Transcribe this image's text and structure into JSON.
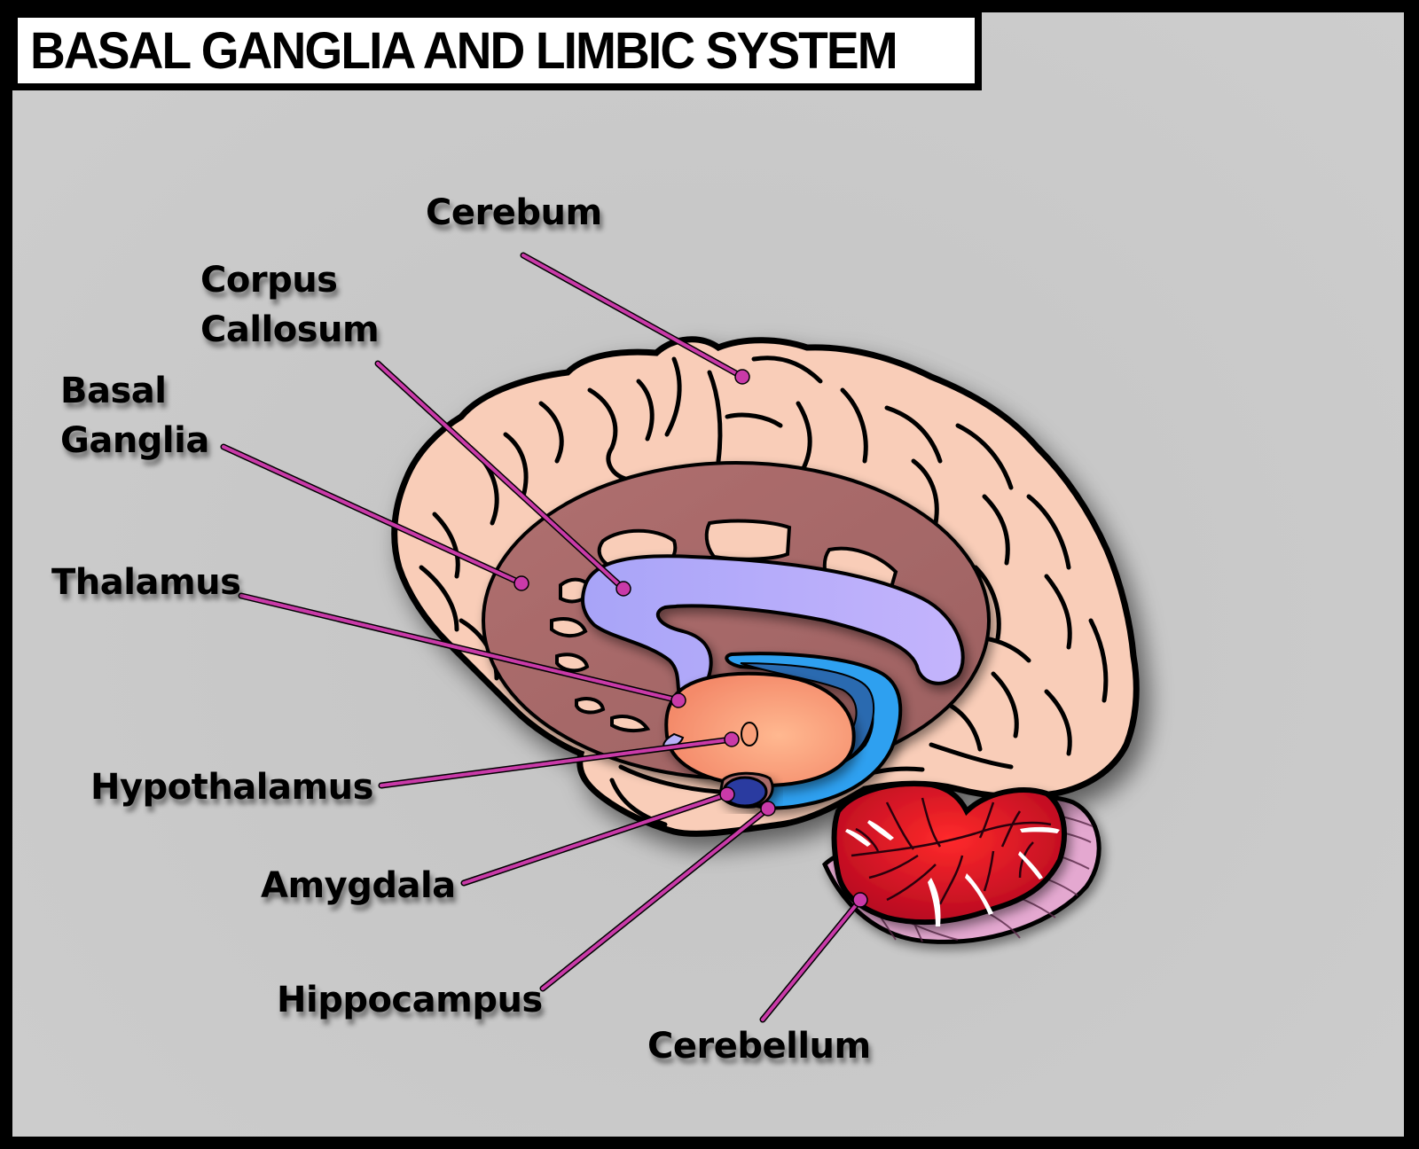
{
  "title": "BASAL GANGLIA AND LIMBIC SYSTEM",
  "colors": {
    "frame": "#000000",
    "background": "#c8c8c8",
    "title_box": "#ffffff",
    "leader_line": "#c93aa8",
    "cerebrum": "#f9cdb8",
    "basal_ganglia": "#a86a6a",
    "corpus_callosum": "#b8b0f8",
    "thalamus": "#f9a07a",
    "hippocampus": "#2ea0f0",
    "fornix_dark": "#2a6ab0",
    "amygdala": "#2a3aa0",
    "cerebellum": "#d8182a",
    "brainstem": "#e4a8d0"
  },
  "labels": {
    "cerebrum": {
      "lines": [
        "Cerebum"
      ]
    },
    "corpus_callosum": {
      "lines": [
        "Corpus",
        "Callosum"
      ]
    },
    "basal_ganglia": {
      "lines": [
        "Basal",
        "Ganglia"
      ]
    },
    "thalamus": {
      "lines": [
        "Thalamus"
      ]
    },
    "hypothalamus": {
      "lines": [
        "Hypothalamus"
      ]
    },
    "amygdala": {
      "lines": [
        "Amygdala"
      ]
    },
    "hippocampus": {
      "lines": [
        "Hippocampus"
      ]
    },
    "cerebellum": {
      "lines": [
        "Cerebellum"
      ]
    }
  }
}
